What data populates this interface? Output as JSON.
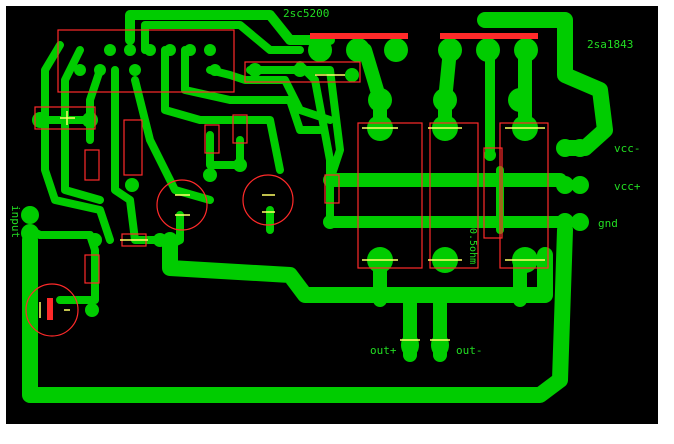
{
  "labels": {
    "q_left": "2sc5200",
    "q_right": "2sa1843",
    "vcc_minus": "vcc-",
    "vcc_plus": "vcc+",
    "gnd": "gnd",
    "input": "input",
    "out_plus": "out+",
    "out_minus": "out-",
    "resistor_value": "0.5ohm"
  },
  "colors": {
    "background": "#000000",
    "frame": "#ffffff",
    "copper": "#00cc00",
    "silkscreen_yellow": "#ffff66",
    "outline_red": "#ff2a2a",
    "label_green": "#22dd22"
  },
  "icons": {
    "pads": "pad-icon",
    "capacitors": "electrolytic-capacitor-icon",
    "resistors": "resistor-icon"
  }
}
